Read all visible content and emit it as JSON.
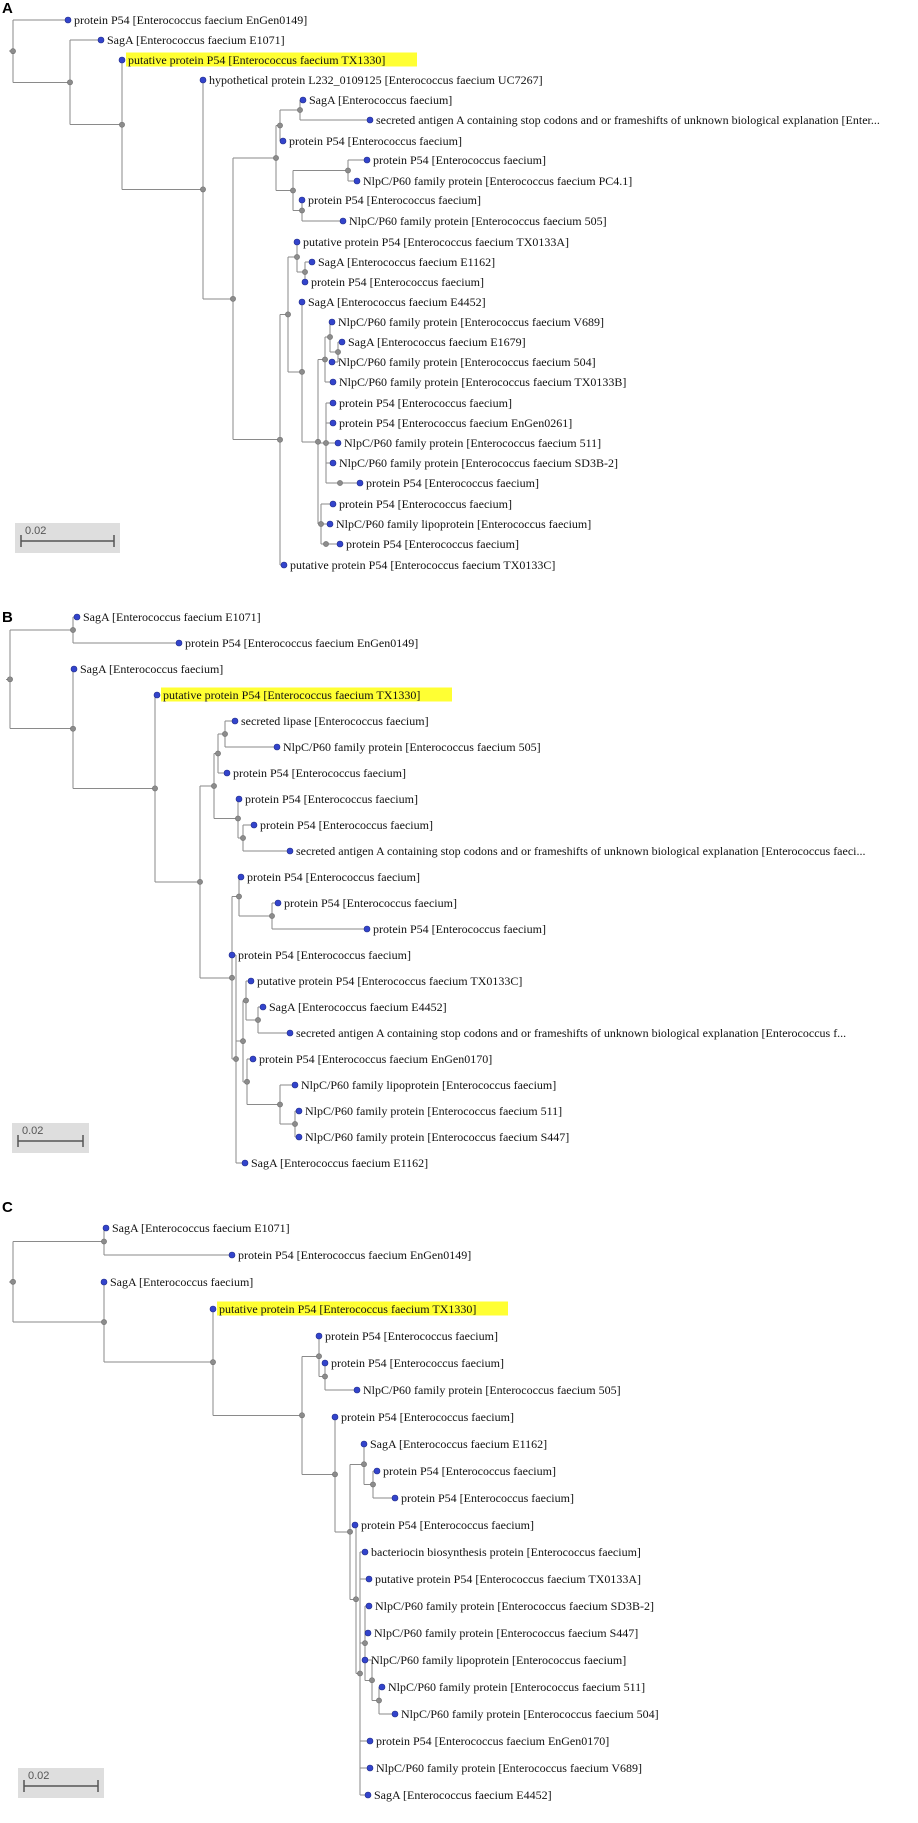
{
  "colors": {
    "highlight": "#ffff33",
    "leaf_node": "#3344cc",
    "internal_node": "#8c8c8c",
    "branch": "#8a8a8a"
  },
  "panels": [
    {
      "letter": "A",
      "scale_label": "0.02",
      "highlight_leaf": 2,
      "leaves": [
        "protein P54 [Enterococcus faecium EnGen0149]",
        "SagA [Enterococcus faecium E1071]",
        "putative protein P54 [Enterococcus faecium TX1330]",
        "hypothetical protein L232_0109125 [Enterococcus faecium UC7267]",
        "SagA [Enterococcus faecium]",
        "secreted antigen A containing stop codons and or frameshifts of unknown biological explanation [Enter...",
        "protein P54 [Enterococcus faecium]",
        "protein P54 [Enterococcus faecium]",
        "NlpC/P60 family protein [Enterococcus faecium PC4.1]",
        "protein P54 [Enterococcus faecium]",
        "NlpC/P60 family protein [Enterococcus faecium 505]",
        "putative protein P54 [Enterococcus faecium TX0133A]",
        "SagA [Enterococcus faecium E1162]",
        "protein P54 [Enterococcus faecium]",
        "SagA [Enterococcus faecium E4452]",
        "NlpC/P60 family protein [Enterococcus faecium V689]",
        "SagA [Enterococcus faecium E1679]",
        "NlpC/P60 family protein [Enterococcus faecium 504]",
        "NlpC/P60 family protein [Enterococcus faecium TX0133B]",
        "protein P54 [Enterococcus faecium]",
        "protein P54 [Enterococcus faecium EnGen0261]",
        "NlpC/P60 family protein [Enterococcus faecium 511]",
        "NlpC/P60 family protein [Enterococcus faecium SD3B-2]",
        "protein P54 [Enterococcus faecium]",
        "protein P54 [Enterococcus faecium]",
        "NlpC/P60 family lipoprotein [Enterococcus faecium]",
        "protein P54 [Enterococcus faecium]",
        "putative protein P54 [Enterococcus faecium TX0133C]"
      ]
    },
    {
      "letter": "B",
      "scale_label": "0.02",
      "highlight_leaf": 3,
      "leaves": [
        "SagA [Enterococcus faecium E1071]",
        "protein P54 [Enterococcus faecium EnGen0149]",
        "SagA [Enterococcus faecium]",
        "putative protein P54 [Enterococcus faecium TX1330]",
        "secreted lipase [Enterococcus faecium]",
        "NlpC/P60 family protein [Enterococcus faecium 505]",
        "protein P54 [Enterococcus faecium]",
        "protein P54 [Enterococcus faecium]",
        "protein P54 [Enterococcus faecium]",
        "secreted antigen A containing stop codons and or frameshifts of unknown biological explanation [Enterococcus faeci...",
        "protein P54 [Enterococcus faecium]",
        "protein P54 [Enterococcus faecium]",
        "protein P54 [Enterococcus faecium]",
        "protein P54 [Enterococcus faecium]",
        "putative protein P54 [Enterococcus faecium TX0133C]",
        "SagA [Enterococcus faecium E4452]",
        "secreted antigen A containing stop codons and or frameshifts of unknown biological explanation [Enterococcus f...",
        "protein P54 [Enterococcus faecium EnGen0170]",
        "NlpC/P60 family lipoprotein [Enterococcus faecium]",
        "NlpC/P60 family protein [Enterococcus faecium 511]",
        "NlpC/P60 family protein [Enterococcus faecium S447]",
        "SagA [Enterococcus faecium E1162]"
      ]
    },
    {
      "letter": "C",
      "scale_label": "0.02",
      "highlight_leaf": 3,
      "leaves": [
        "SagA [Enterococcus faecium E1071]",
        "protein P54 [Enterococcus faecium EnGen0149]",
        "SagA [Enterococcus faecium]",
        "putative protein P54 [Enterococcus faecium TX1330]",
        "protein P54 [Enterococcus faecium]",
        "protein P54 [Enterococcus faecium]",
        "NlpC/P60 family protein [Enterococcus faecium 505]",
        "protein P54 [Enterococcus faecium]",
        "SagA [Enterococcus faecium E1162]",
        "protein P54 [Enterococcus faecium]",
        "protein P54 [Enterococcus faecium]",
        "protein P54 [Enterococcus faecium]",
        "bacteriocin biosynthesis protein [Enterococcus faecium]",
        "putative protein P54 [Enterococcus faecium TX0133A]",
        "NlpC/P60 family protein [Enterococcus faecium SD3B-2]",
        "NlpC/P60 family protein [Enterococcus faecium S447]",
        "NlpC/P60 family lipoprotein [Enterococcus faecium]",
        "NlpC/P60 family protein [Enterococcus faecium 511]",
        "NlpC/P60 family protein [Enterococcus faecium 504]",
        "protein P54 [Enterococcus faecium EnGen0170]",
        "NlpC/P60 family protein [Enterococcus faecium V689]",
        "SagA [Enterococcus faecium E4452]"
      ]
    }
  ]
}
